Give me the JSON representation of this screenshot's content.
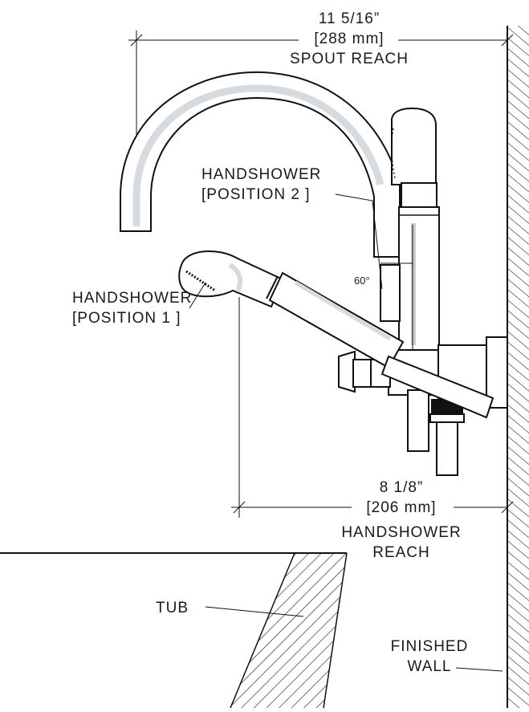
{
  "spout_reach": {
    "fraction": "11 5/16”",
    "metric": "[288 mm]",
    "caption": "SPOUT REACH"
  },
  "handshower_position_2": {
    "line1": "HANDSHOWER",
    "line2": "[POSITION 2 ]"
  },
  "handshower_position_1": {
    "line1": "HANDSHOWER",
    "line2": "[POSITION 1 ]"
  },
  "angle_label": "60°",
  "handshower_reach": {
    "fraction": "8 1/8”",
    "metric": "[206 mm]",
    "caption_line1": "HANDSHOWER",
    "caption_line2": "REACH"
  },
  "tub_label": "TUB",
  "wall_label": {
    "line1": "FINISHED",
    "line2": "WALL"
  }
}
